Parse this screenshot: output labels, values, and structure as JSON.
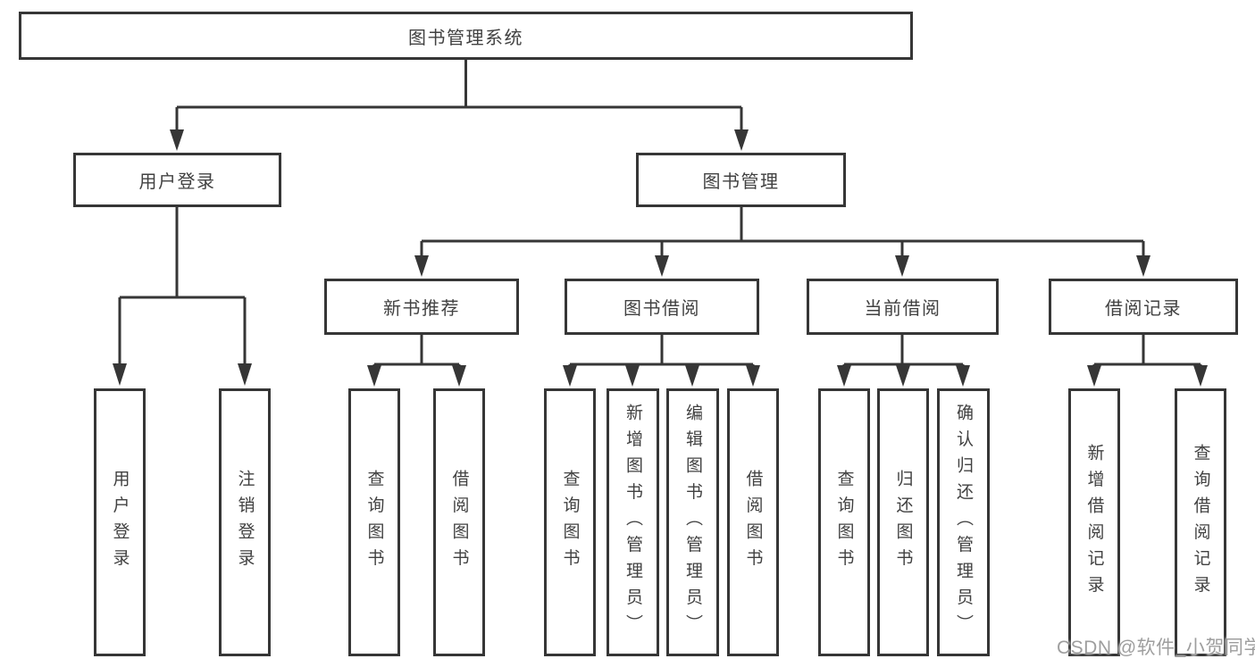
{
  "colors": {
    "line": "#363636",
    "box_border": "#363636",
    "text": "#414141",
    "background": "#ffffff",
    "watermark": "#9e9e9e"
  },
  "watermark": {
    "text": "CSDN @软件_小贺同学"
  },
  "tree": {
    "root": {
      "label": "图书管理系统"
    },
    "children": [
      {
        "label": "用户登录",
        "children": [
          {
            "label": "用户登录"
          },
          {
            "label": "注销登录"
          }
        ]
      },
      {
        "label": "图书管理",
        "children": [
          {
            "label": "新书推荐",
            "children": [
              {
                "label": "查询图书"
              },
              {
                "label": "借阅图书"
              }
            ]
          },
          {
            "label": "图书借阅",
            "children": [
              {
                "label": "查询图书"
              },
              {
                "label": "新增图书（管理员）"
              },
              {
                "label": "编辑图书（管理员）"
              },
              {
                "label": "借阅图书"
              }
            ]
          },
          {
            "label": "当前借阅",
            "children": [
              {
                "label": "查询图书"
              },
              {
                "label": "归还图书"
              },
              {
                "label": "确认归还（管理员）"
              }
            ]
          },
          {
            "label": "借阅记录",
            "children": [
              {
                "label": "新增借阅记录"
              },
              {
                "label": "查询借阅记录"
              }
            ]
          }
        ]
      }
    ]
  }
}
